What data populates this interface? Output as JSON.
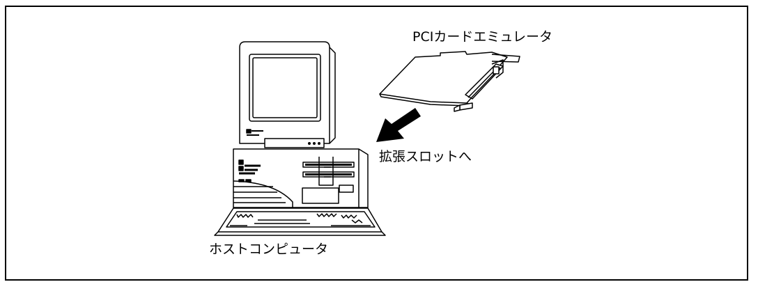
{
  "labels": {
    "card": "PCIカードエミュレータ",
    "slot": "拡張スロットへ",
    "host": "ホストコンピュータ"
  },
  "icons": [
    "computer-monitor-icon",
    "system-unit-icon",
    "keyboard-icon",
    "pci-card-icon",
    "insert-arrow-icon"
  ],
  "colors": {
    "line": "#000000",
    "background": "#ffffff",
    "screen_shade": "#e6e6e6"
  }
}
